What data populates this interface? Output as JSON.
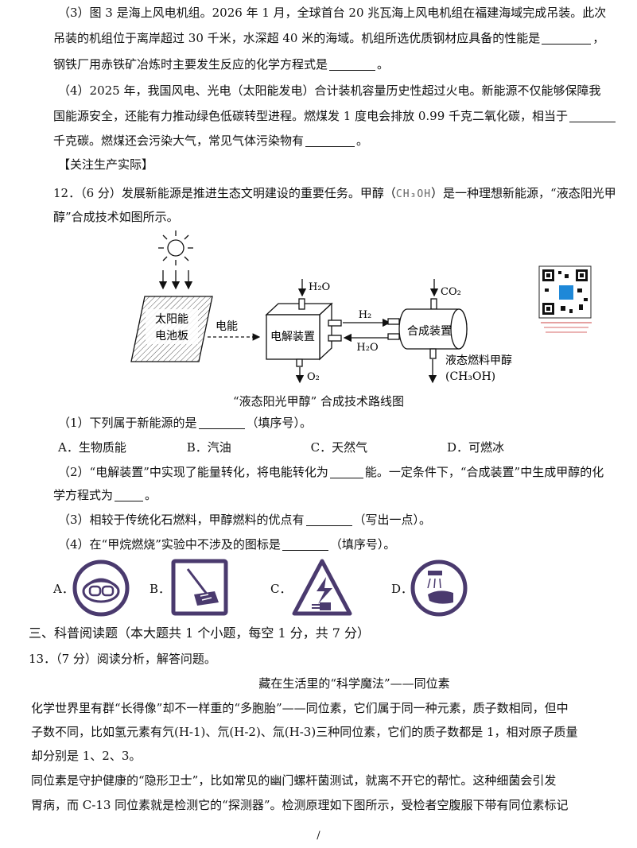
{
  "q11": {
    "p3_l1": "（3）图 3 是海上风电机组。2026 年 1 月，全球首台 20 兆瓦海上风电机组在福建海域完成吊装。此次",
    "p3_l2": "吊装的机组位于离岸超过 30 千米，水深超 40 米的海域。机组所选优质钢材应具备的性能是",
    "p3_l2_end": "，",
    "p3_l3": "钢铁厂用赤铁矿冶炼时主要发生反应的化学方程式是",
    "p3_l3_end": "。",
    "p4_l1": "（4）2025 年，我国风电、光电（太阳能发电）合计装机容量历史性超过火电。新能源不仅能够保障我",
    "p4_l2": "国能源安全，还能有力推动绿色低碳转型进程。燃煤发 1 度电会排放 0.99 千克二氧化碳，相当于",
    "p4_l3": "千克碳。燃煤还会污染大气，常见气体污染物有",
    "p4_l3_end": "。"
  },
  "section_tag": "【关注生产实际】",
  "q12": {
    "head_l1a": "12．（6 分）发展新能源是推进生态文明建设的重要任务。甲醇（",
    "formula_inline": "CH₃OH",
    "head_l1b": "）是一种理想新能源，“液态阳光甲",
    "head_l2": "醇”合成技术如图所示。",
    "diagram": {
      "panel_l1": "太阳能",
      "panel_l2": "电池板",
      "arrow_label": "电能",
      "electrolyzer": "电解装置",
      "synth": "合成装置",
      "h2o_in": "H₂O",
      "o2_out": "O₂",
      "h2": "H₂",
      "h2o_back": "H₂O",
      "co2_in": "CO₂",
      "product_l1": "液态燃料甲醇",
      "product_l2": "(CH₃OH)",
      "caption": "“液态阳光甲醇” 合成技术路线图"
    },
    "s1": "（1）下列属于新能源的是",
    "s1_end": "（填序号）。",
    "options1": [
      "A．生物质能",
      "B．汽油",
      "C．天然气",
      "D．可燃冰"
    ],
    "s2_l1a": "（2）“电解装置”中实现了能量转化，将电能转化为",
    "s2_l1b": "能。一定条件下，“合成装置”中生成甲醇的化",
    "s2_l2": "学方程式为",
    "s2_l2_end": "。",
    "s3": "（3）相较于传统化石燃料，甲醇燃料的优点有",
    "s3_end": "（写出一点）。",
    "s4": "（4）在“甲烷燃烧”实验中不涉及的图标是",
    "s4_end": "（填序号）。",
    "icon_labels": [
      "A．",
      "B．",
      "C．",
      "D．"
    ]
  },
  "section3": "三、科普阅读题（本大题共 1 个小题，每空 1 分，共 7 分）",
  "q13": {
    "head": "13．（7 分）阅读分析，解答问题。",
    "title": "藏在生活里的“科学魔法”——同位素",
    "p1_l1": "化学世界里有群“长得像”却不一样重的“多胞胎”——同位素，它们属于同一种元素，质子数相同，但中",
    "p1_l2": "子数不同，比如氢元素有氕(H-1)、氘(H-2)、氚(H-3)三种同位素，它们的质子数都是 1，相对原子质量",
    "p1_l3": "却分别是 1、2、3。",
    "p2_l1": "同位素是守护健康的“隐形卫士”，比如常见的幽门螺杆菌测试，就离不开它的帮忙。这种细菌会引发",
    "p2_l2": "胃病，而 C-13 同位素就是检测它的“探测器”。检测原理如下图所示，受检者空腹服下带有同位素标记"
  },
  "page_number": "/"
}
